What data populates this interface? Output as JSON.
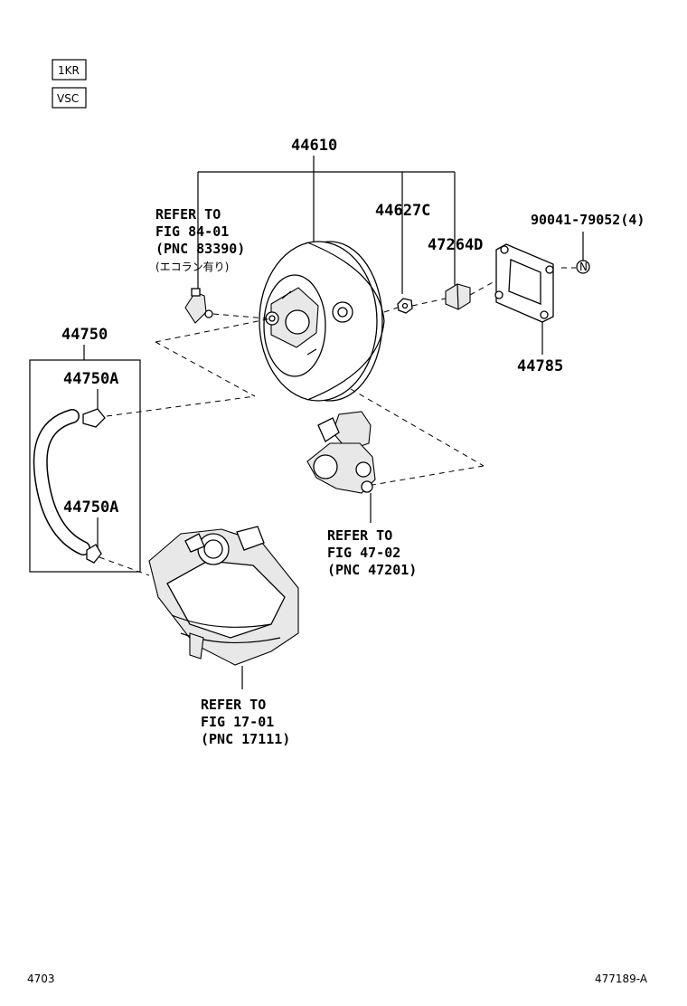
{
  "tags": [
    "1KR",
    "VSC"
  ],
  "parts": {
    "booster_assy": "44610",
    "check_valve": "44627C",
    "stud_bolt": "90041-79052(4)",
    "nut_label": "N",
    "bracket": "47264D",
    "gasket": "44785",
    "hose_assy": "44750",
    "clip_top": "44750A",
    "clip_bottom": "44750A"
  },
  "refs": {
    "sensor": {
      "line1": "REFER TO",
      "line2": "FIG 84-01",
      "line3": "(PNC 83390)",
      "note": "(エコラン有り)"
    },
    "pump": {
      "line1": "REFER TO",
      "line2": "FIG 47-02",
      "line3": "(PNC 47201)"
    },
    "manifold": {
      "line1": "REFER TO",
      "line2": "FIG 17-01",
      "line3": "(PNC 17111)"
    }
  },
  "footer": {
    "left": "4703",
    "right": "477189-A"
  }
}
